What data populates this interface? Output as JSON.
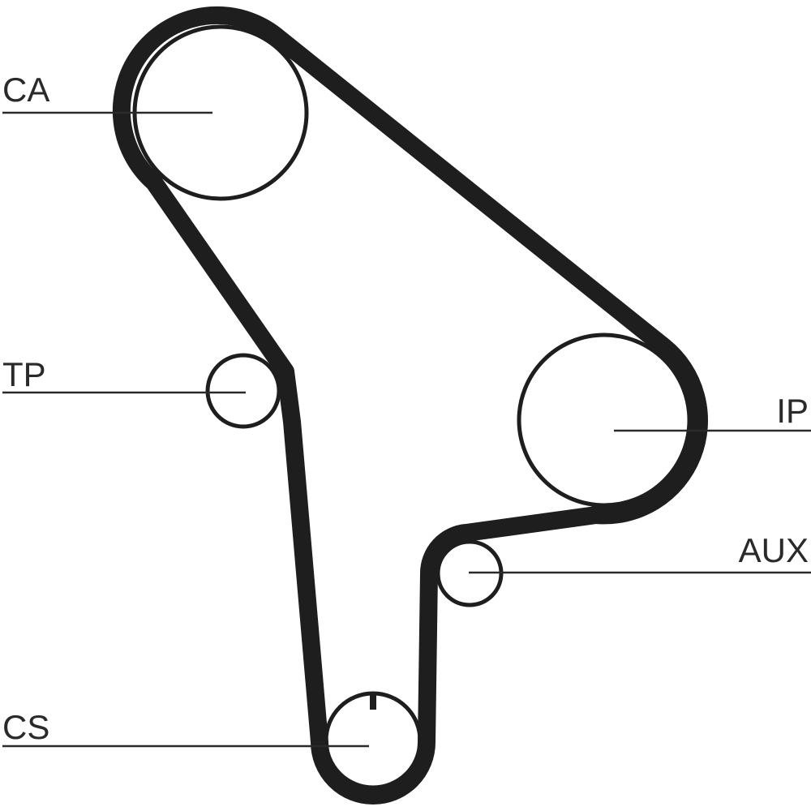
{
  "diagram": {
    "type": "timing-belt-routing",
    "colors": {
      "belt": "#1e1e1e",
      "pulley": "#1e1e1e",
      "leader": "#2a2a2a",
      "background": "#ffffff"
    },
    "pulleys": [
      {
        "id": "ca",
        "label": "CA"
      },
      {
        "id": "tp",
        "label": "TP"
      },
      {
        "id": "ip",
        "label": "IP"
      },
      {
        "id": "aux",
        "label": "AUX"
      },
      {
        "id": "cs",
        "label": "CS"
      }
    ]
  }
}
